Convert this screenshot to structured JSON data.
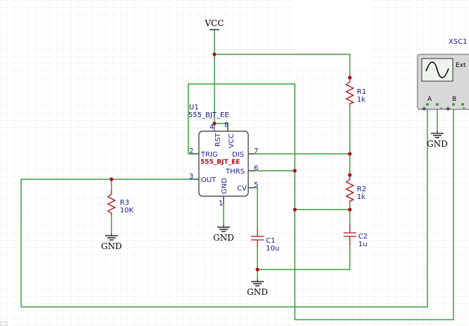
{
  "power": {
    "vcc": "VCC",
    "gnd": "GND"
  },
  "ic": {
    "ref": "U1",
    "model": "555_BJT_EE",
    "pins": {
      "rst": "RST",
      "vcc": "VCC",
      "trig": "TRIG",
      "dis": "DIS",
      "thrs": "THRS",
      "out": "OUT",
      "gnd": "GND",
      "cv": "CV"
    },
    "pin_numbers": {
      "rst": "4",
      "vcc": "8",
      "trig": "2",
      "dis": "7",
      "thrs": "6",
      "out": "3",
      "gnd": "1",
      "cv": "5"
    }
  },
  "components": {
    "r1": {
      "ref": "R1",
      "value": "1k"
    },
    "r2": {
      "ref": "R2",
      "value": "1k"
    },
    "r3": {
      "ref": "R3",
      "value": "10K"
    },
    "c1": {
      "ref": "C1",
      "value": "10u"
    },
    "c2": {
      "ref": "C2",
      "value": "1u"
    }
  },
  "scope": {
    "ref": "XSC1",
    "ext_label": "Ext",
    "channel_a": "A",
    "channel_b": "B",
    "plus": "+",
    "minus": "-"
  },
  "colors": {
    "wire": "#3aa03a",
    "part": "#b0101a",
    "junction": "#b0101a",
    "grid": "#e8e8e8"
  }
}
